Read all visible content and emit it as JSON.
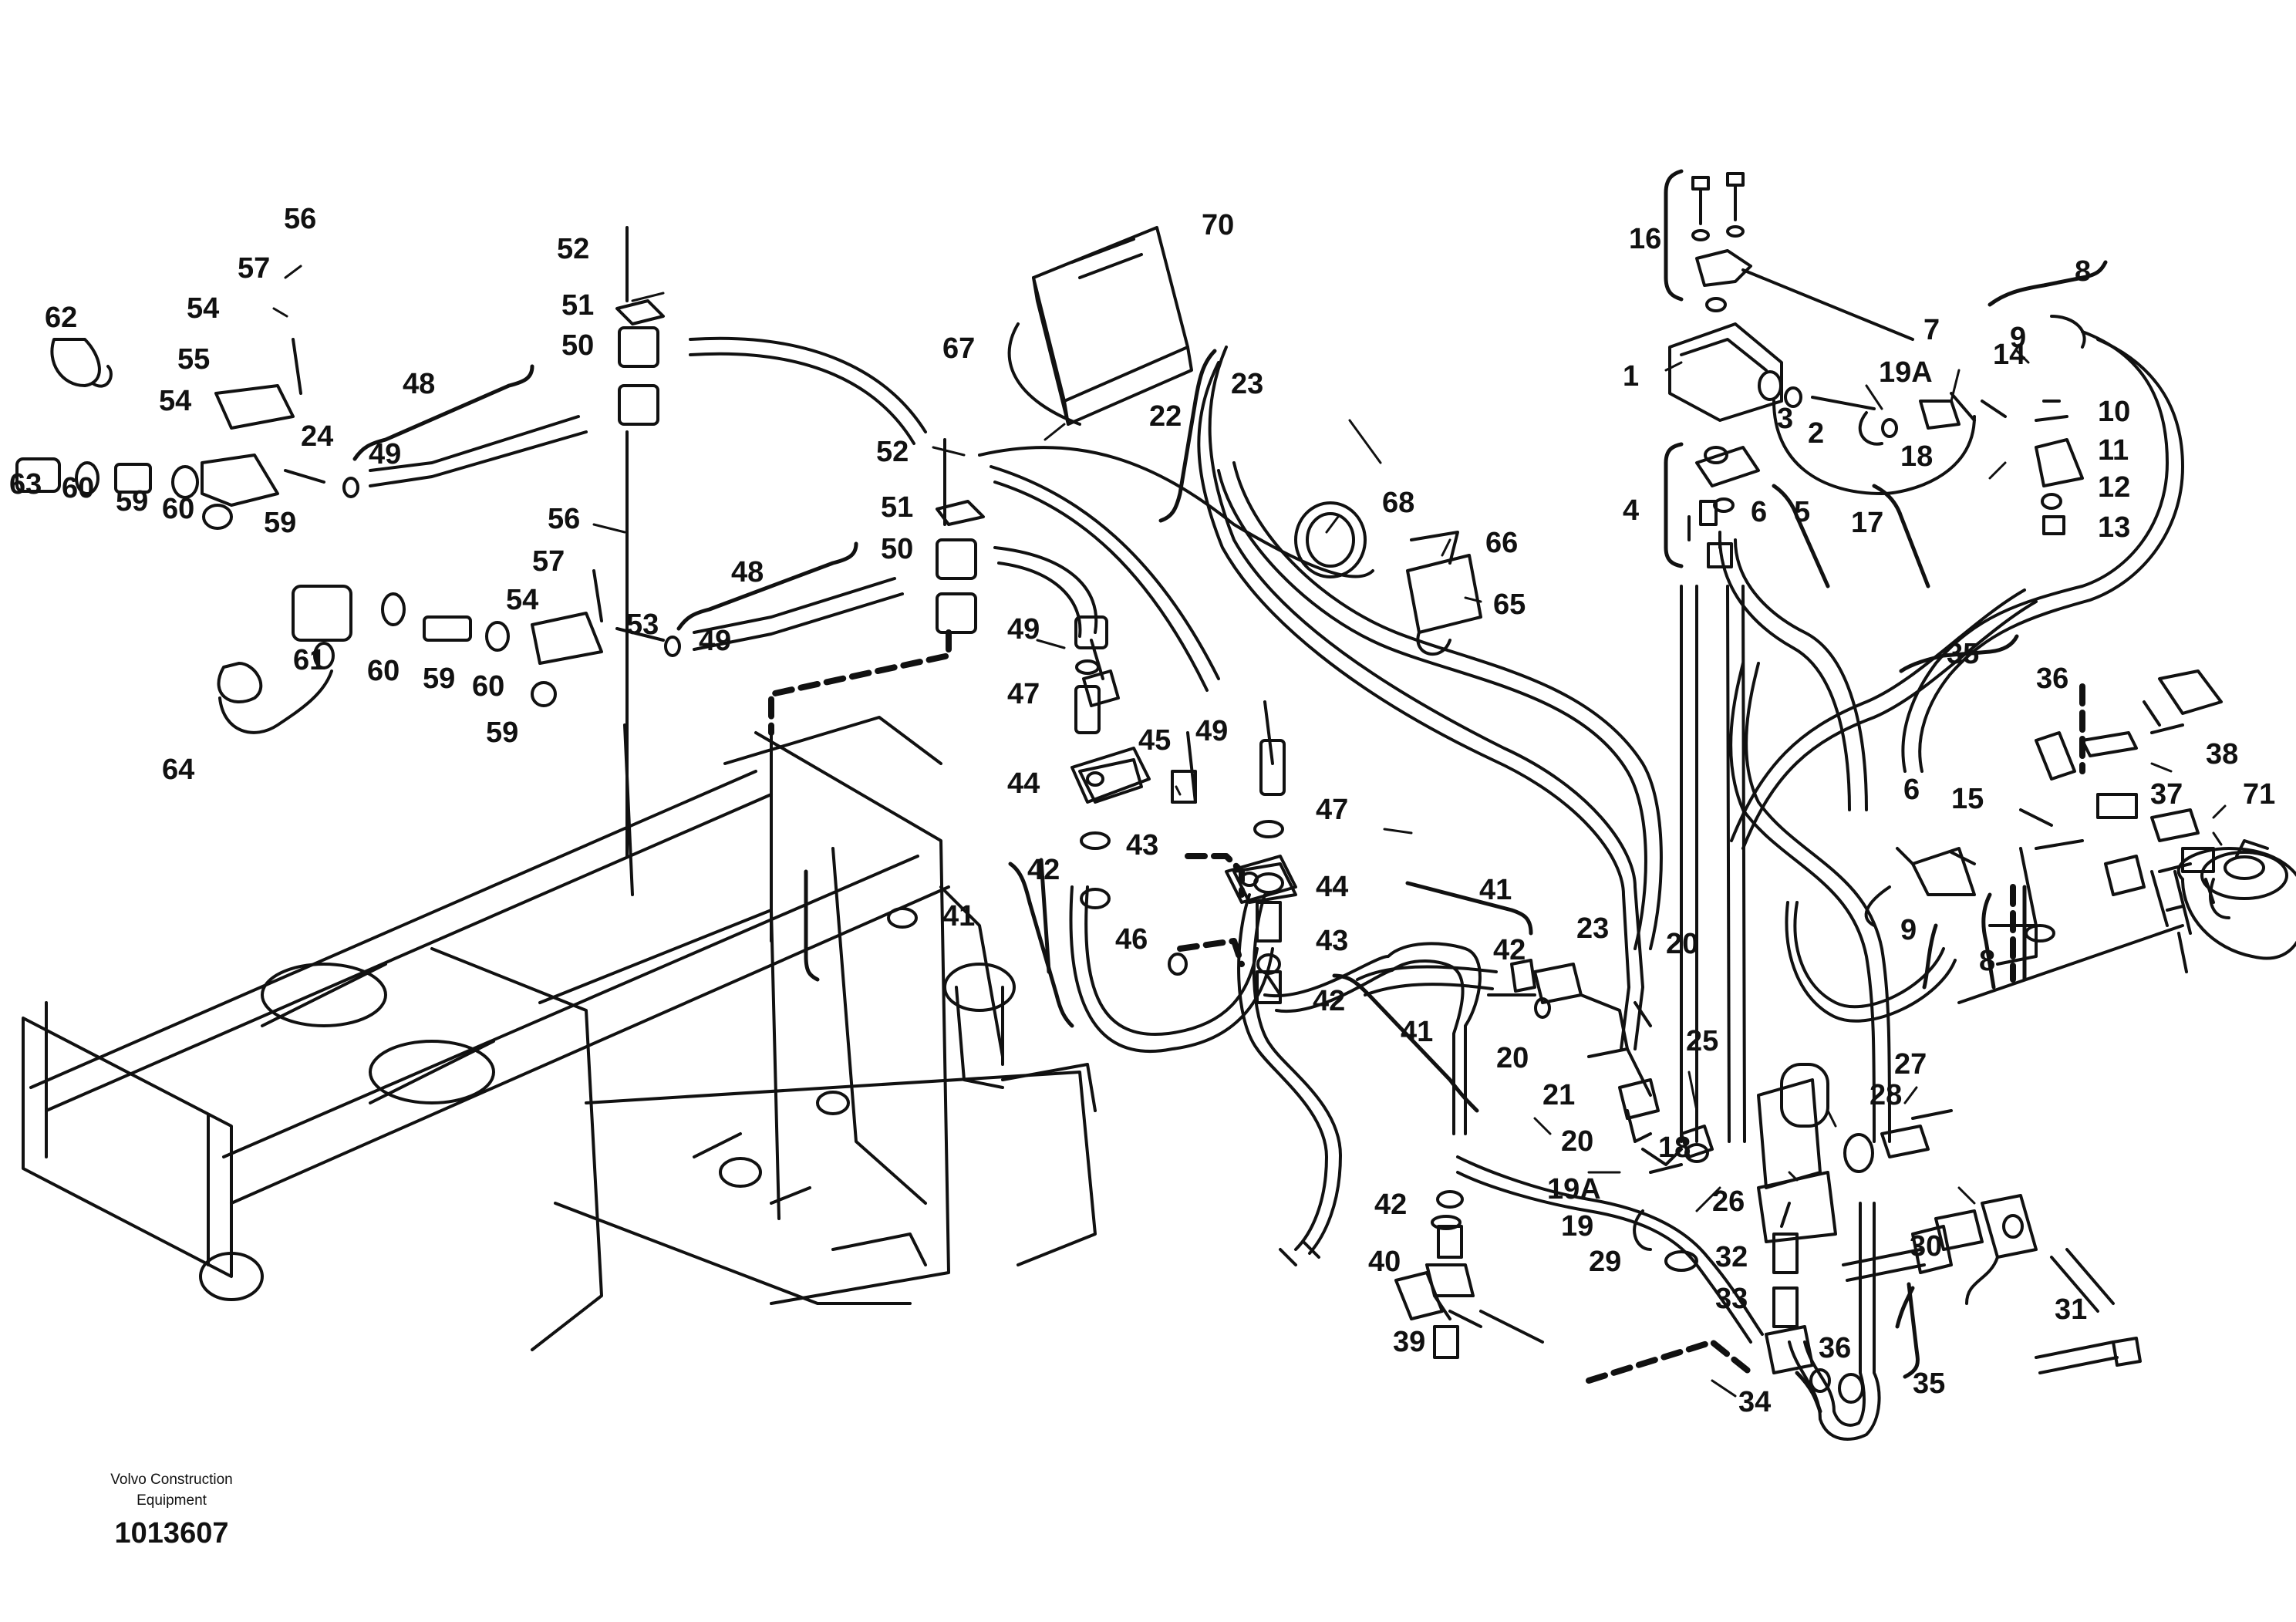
{
  "credit": {
    "org": "Volvo Construction Equipment",
    "drawing_no": "1013607"
  },
  "colors": {
    "line": "#111111",
    "background": "#ffffff"
  },
  "labels": [
    {
      "id": "56a",
      "text": "56"
    },
    {
      "id": "57a",
      "text": "57"
    },
    {
      "id": "62",
      "text": "62"
    },
    {
      "id": "54a",
      "text": "54"
    },
    {
      "id": "55",
      "text": "55"
    },
    {
      "id": "54b",
      "text": "54"
    },
    {
      "id": "24",
      "text": "24"
    },
    {
      "id": "49a",
      "text": "49"
    },
    {
      "id": "48a",
      "text": "48"
    },
    {
      "id": "63",
      "text": "63"
    },
    {
      "id": "60a",
      "text": "60"
    },
    {
      "id": "59a",
      "text": "59"
    },
    {
      "id": "60b",
      "text": "60"
    },
    {
      "id": "59b",
      "text": "59"
    },
    {
      "id": "52a",
      "text": "52"
    },
    {
      "id": "51a",
      "text": "51"
    },
    {
      "id": "50a",
      "text": "50"
    },
    {
      "id": "56b",
      "text": "56"
    },
    {
      "id": "57b",
      "text": "57"
    },
    {
      "id": "54c",
      "text": "54"
    },
    {
      "id": "53",
      "text": "53"
    },
    {
      "id": "49b",
      "text": "49"
    },
    {
      "id": "48b",
      "text": "48"
    },
    {
      "id": "61",
      "text": "61"
    },
    {
      "id": "60c",
      "text": "60"
    },
    {
      "id": "59c",
      "text": "59"
    },
    {
      "id": "60d",
      "text": "60"
    },
    {
      "id": "59d",
      "text": "59"
    },
    {
      "id": "64",
      "text": "64"
    },
    {
      "id": "70",
      "text": "70"
    },
    {
      "id": "67",
      "text": "67"
    },
    {
      "id": "22",
      "text": "22"
    },
    {
      "id": "23a",
      "text": "23"
    },
    {
      "id": "52b",
      "text": "52"
    },
    {
      "id": "51b",
      "text": "51"
    },
    {
      "id": "50b",
      "text": "50"
    },
    {
      "id": "68",
      "text": "68"
    },
    {
      "id": "66",
      "text": "66"
    },
    {
      "id": "65",
      "text": "65"
    },
    {
      "id": "49c",
      "text": "49"
    },
    {
      "id": "47a",
      "text": "47"
    },
    {
      "id": "44a",
      "text": "44"
    },
    {
      "id": "45",
      "text": "45"
    },
    {
      "id": "49d",
      "text": "49"
    },
    {
      "id": "47b",
      "text": "47"
    },
    {
      "id": "43a",
      "text": "43"
    },
    {
      "id": "42a",
      "text": "42"
    },
    {
      "id": "41a",
      "text": "41"
    },
    {
      "id": "44b",
      "text": "44"
    },
    {
      "id": "46",
      "text": "46"
    },
    {
      "id": "43b",
      "text": "43"
    },
    {
      "id": "42b",
      "text": "42"
    },
    {
      "id": "41b",
      "text": "41"
    },
    {
      "id": "42c",
      "text": "42"
    },
    {
      "id": "23b",
      "text": "23"
    },
    {
      "id": "20a",
      "text": "20"
    },
    {
      "id": "41c",
      "text": "41"
    },
    {
      "id": "20b",
      "text": "20"
    },
    {
      "id": "21",
      "text": "21"
    },
    {
      "id": "25",
      "text": "25"
    },
    {
      "id": "20c",
      "text": "20"
    },
    {
      "id": "18a",
      "text": "18"
    },
    {
      "id": "19Aa",
      "text": "19A"
    },
    {
      "id": "19",
      "text": "19"
    },
    {
      "id": "26",
      "text": "26"
    },
    {
      "id": "42d",
      "text": "42"
    },
    {
      "id": "40",
      "text": "40"
    },
    {
      "id": "39",
      "text": "39"
    },
    {
      "id": "29",
      "text": "29"
    },
    {
      "id": "32",
      "text": "32"
    },
    {
      "id": "33",
      "text": "33"
    },
    {
      "id": "34",
      "text": "34"
    },
    {
      "id": "36a",
      "text": "36"
    },
    {
      "id": "35a",
      "text": "35"
    },
    {
      "id": "28",
      "text": "28"
    },
    {
      "id": "27",
      "text": "27"
    },
    {
      "id": "30",
      "text": "30"
    },
    {
      "id": "31",
      "text": "31"
    },
    {
      "id": "16",
      "text": "16"
    },
    {
      "id": "1",
      "text": "1"
    },
    {
      "id": "3",
      "text": "3"
    },
    {
      "id": "19Ab",
      "text": "19A"
    },
    {
      "id": "7",
      "text": "7"
    },
    {
      "id": "14",
      "text": "14"
    },
    {
      "id": "8a",
      "text": "8"
    },
    {
      "id": "9a",
      "text": "9"
    },
    {
      "id": "10",
      "text": "10"
    },
    {
      "id": "2",
      "text": "2"
    },
    {
      "id": "18b",
      "text": "18"
    },
    {
      "id": "11",
      "text": "11"
    },
    {
      "id": "12",
      "text": "12"
    },
    {
      "id": "4",
      "text": "4"
    },
    {
      "id": "6a",
      "text": "6"
    },
    {
      "id": "5",
      "text": "5"
    },
    {
      "id": "17",
      "text": "17"
    },
    {
      "id": "13",
      "text": "13"
    },
    {
      "id": "35b",
      "text": "35"
    },
    {
      "id": "36b",
      "text": "36"
    },
    {
      "id": "38",
      "text": "38"
    },
    {
      "id": "6b",
      "text": "6"
    },
    {
      "id": "15",
      "text": "15"
    },
    {
      "id": "37",
      "text": "37"
    },
    {
      "id": "71",
      "text": "71"
    },
    {
      "id": "9b",
      "text": "9"
    },
    {
      "id": "8b",
      "text": "8"
    }
  ]
}
